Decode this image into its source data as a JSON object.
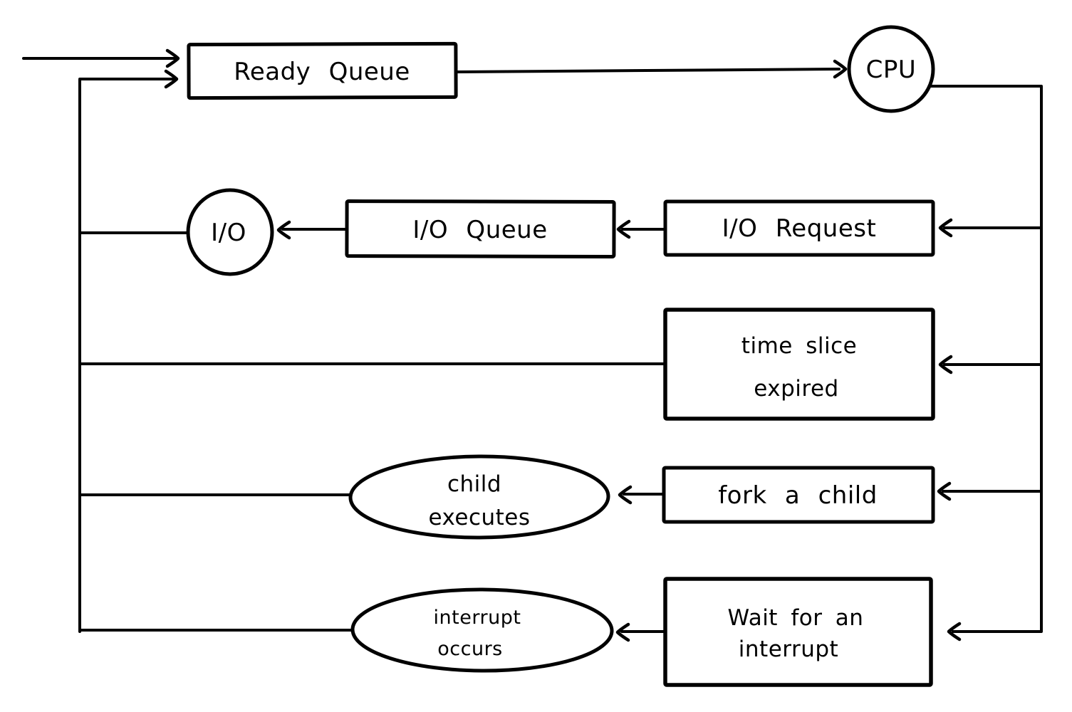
{
  "colors": {
    "ink": "#000000",
    "background": "#ffffff"
  },
  "nodes": {
    "ready_queue": {
      "label": "Ready Queue",
      "shape": "rect"
    },
    "cpu": {
      "label": "CPU",
      "shape": "circle"
    },
    "io": {
      "label": "I/O",
      "shape": "circle"
    },
    "io_queue": {
      "label": "I/O Queue",
      "shape": "rect"
    },
    "io_request": {
      "label": "I/O Request",
      "shape": "rect"
    },
    "time_slice_expired": {
      "lines": [
        "time slice",
        "expired"
      ],
      "shape": "rect"
    },
    "fork_a_child": {
      "label": "fork a child",
      "shape": "rect"
    },
    "child_executes": {
      "lines": [
        "child",
        "executes"
      ],
      "shape": "ellipse"
    },
    "wait_for_interrupt": {
      "lines": [
        "Wait for an",
        "interrupt"
      ],
      "shape": "rect"
    },
    "interrupt_occurs": {
      "lines": [
        "interrupt",
        "occurs"
      ],
      "shape": "ellipse"
    }
  }
}
